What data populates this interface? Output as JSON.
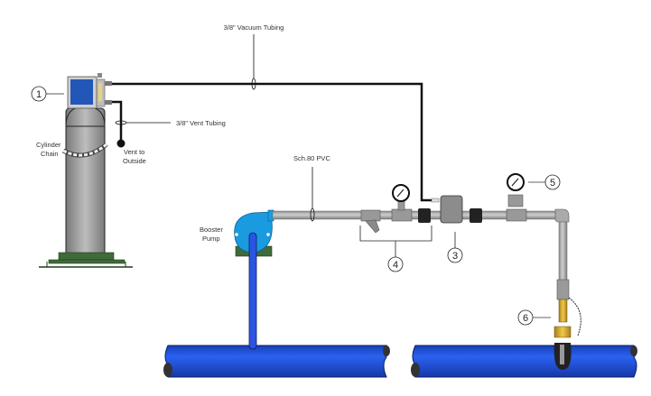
{
  "labels": {
    "vacuum_tubing": "3/8\" Vacuum Tubing",
    "vent_tubing": "3/8\" Vent Tubing",
    "vent_outside_1": "Vent to",
    "vent_outside_2": "Outside",
    "cylinder_chain_1": "Cylinder",
    "cylinder_chain_2": "Chain",
    "pvc": "Sch.80 PVC",
    "booster_1": "Booster",
    "booster_2": "Pump"
  },
  "callouts": [
    "1",
    "3",
    "4",
    "5",
    "6"
  ],
  "colors": {
    "water_main": "#1f4fd6",
    "pump": "#1a9be0",
    "pvc_pipe": "#a9a9a9",
    "base_green": "#3f6b3a",
    "brass": "#d4a62a",
    "tubing": "#111111"
  }
}
